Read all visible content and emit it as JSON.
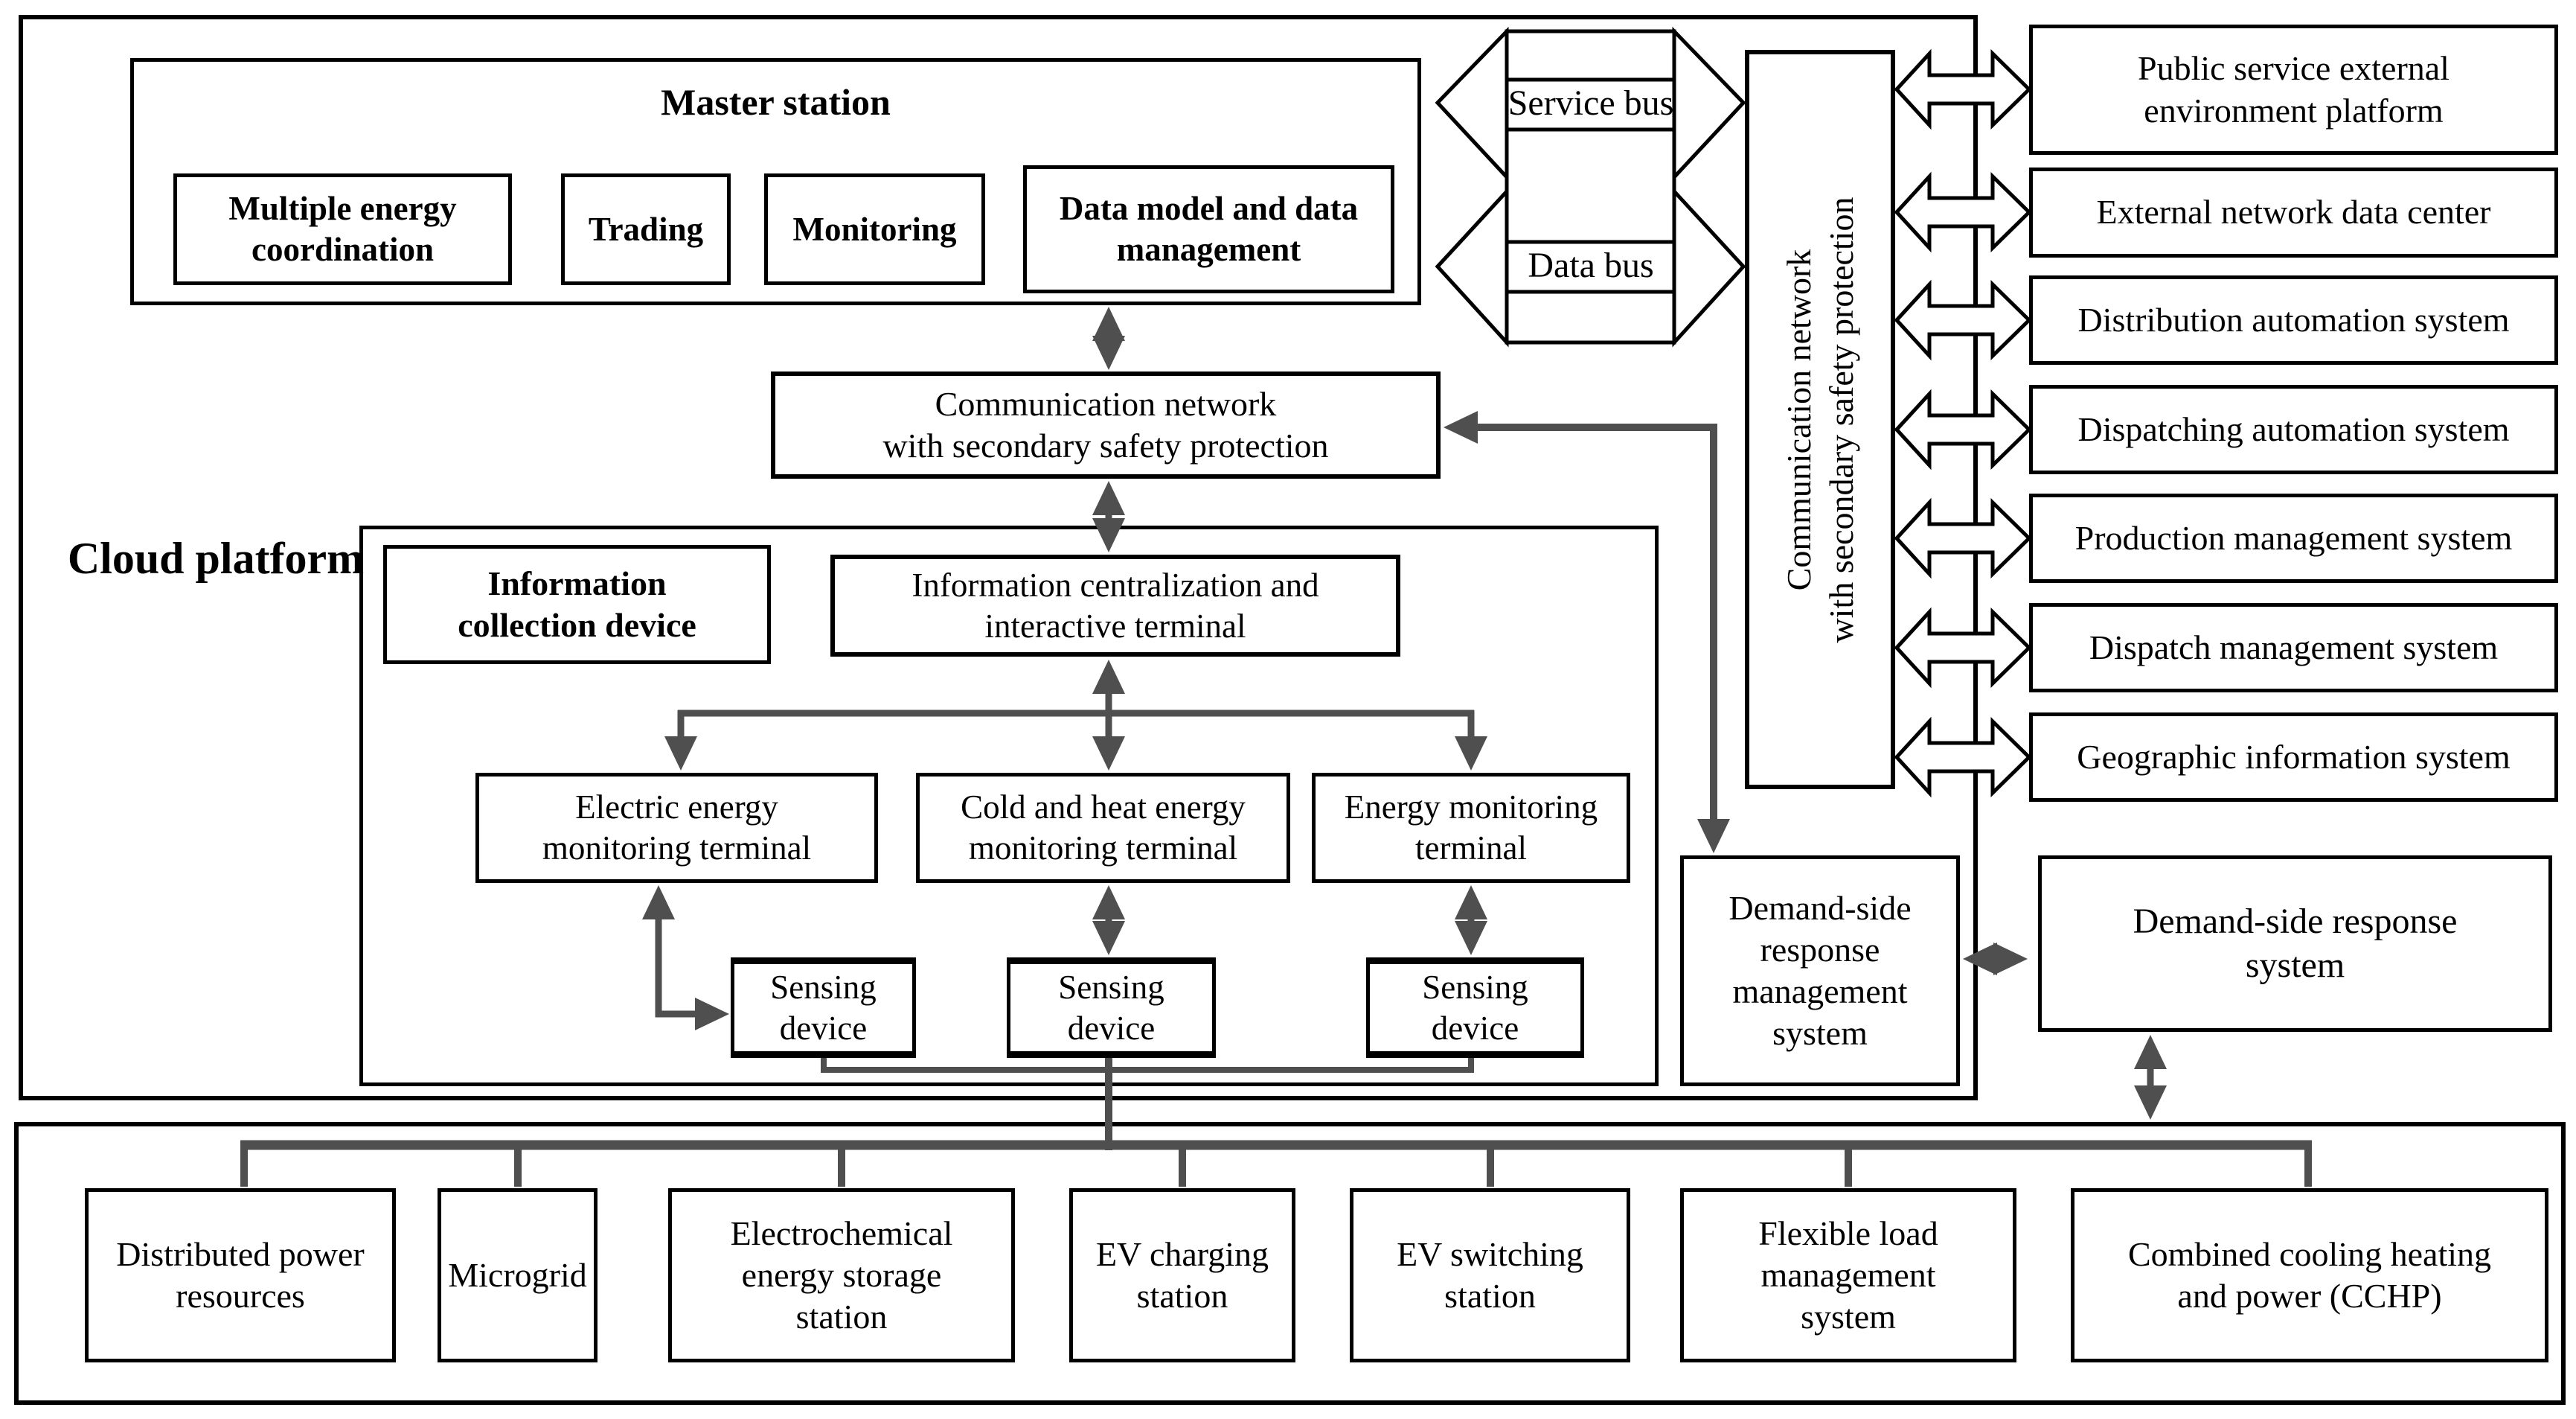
{
  "colors": {
    "line": "#000000",
    "connector": "#4f4f4f",
    "background": "#ffffff"
  },
  "cloud": {
    "label": "Cloud platform"
  },
  "master_station": {
    "title": "Master station",
    "modules": [
      {
        "label": "Multiple energy\ncoordination"
      },
      {
        "label": "Trading"
      },
      {
        "label": "Monitoring"
      },
      {
        "label": "Data model and data\nmanagement"
      }
    ]
  },
  "buses": {
    "service": "Service bus",
    "data": "Data bus"
  },
  "security_network_vertical": {
    "label": "Communication network\nwith secondary safety protection"
  },
  "security_network_horizontal": {
    "label": "Communication network\nwith secondary safety protection"
  },
  "external_systems": [
    "Public service external\nenvironment platform",
    "External network data center",
    "Distribution automation system",
    "Dispatching automation system",
    "Production management system",
    "Dispatch management system",
    "Geographic information system"
  ],
  "information_collection": {
    "device": "Information\ncollection device",
    "terminal": "Information centralization and\ninteractive terminal",
    "monitoring_terminals": [
      "Electric energy\nmonitoring terminal",
      "Cold and heat energy\nmonitoring terminal",
      "Energy monitoring\nterminal"
    ],
    "sensing_devices": [
      "Sensing\ndevice",
      "Sensing\ndevice",
      "Sensing\ndevice"
    ]
  },
  "demand_side": {
    "management": "Demand-side\nresponse\nmanagement\nsystem",
    "response": "Demand-side response\nsystem"
  },
  "field_resources": [
    "Distributed power\nresources",
    "Microgrid",
    "Electrochemical\nenergy storage\nstation",
    "EV charging\nstation",
    "EV switching\nstation",
    "Flexible load\nmanagement\nsystem",
    "Combined cooling heating\nand power (CCHP)"
  ]
}
